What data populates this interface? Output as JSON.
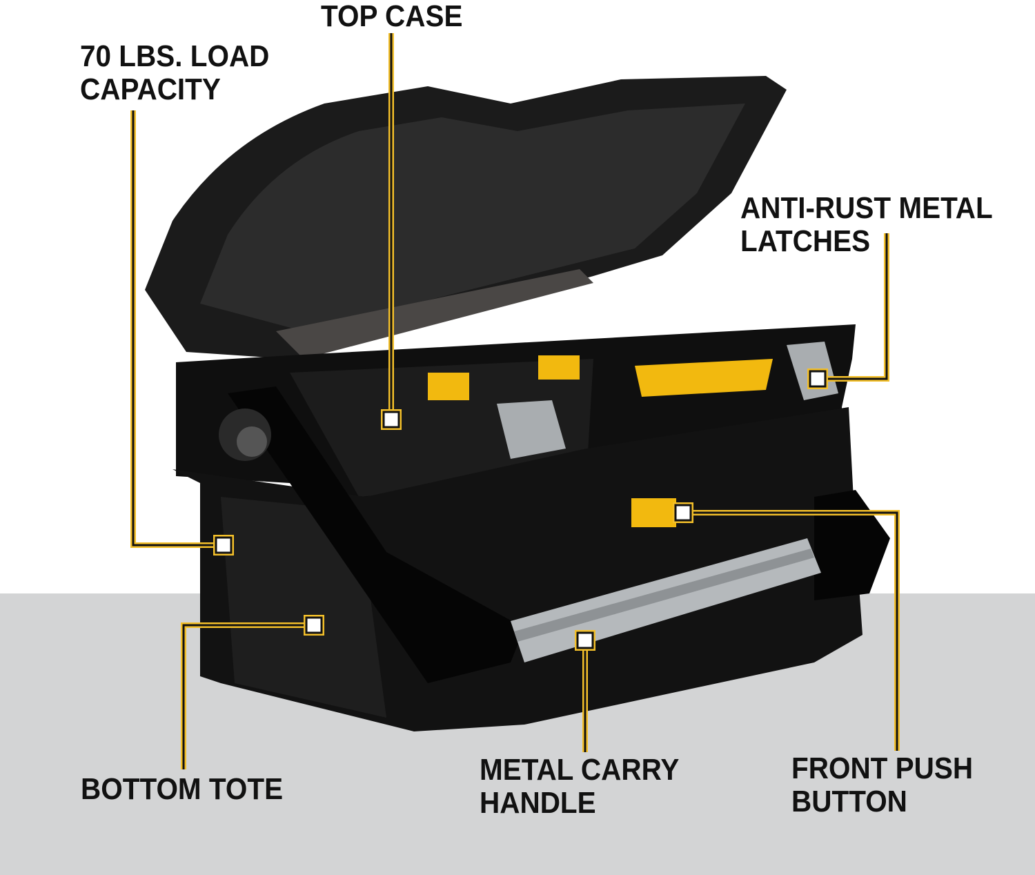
{
  "callouts": {
    "top_case": "TOP CASE",
    "load_line1": "70 LBS. LOAD",
    "load_line2": "CAPACITY",
    "latches_line1": "ANTI-RUST METAL",
    "latches_line2": "LATCHES",
    "bottom_tote": "BOTTOM TOTE",
    "handle_line1": "METAL CARRY",
    "handle_line2": "HANDLE",
    "button_line1": "FRONT PUSH",
    "button_line2": "BUTTON"
  },
  "colors": {
    "accent": "#f4c02a",
    "body": "#141414",
    "floor": "#d3d4d5"
  }
}
